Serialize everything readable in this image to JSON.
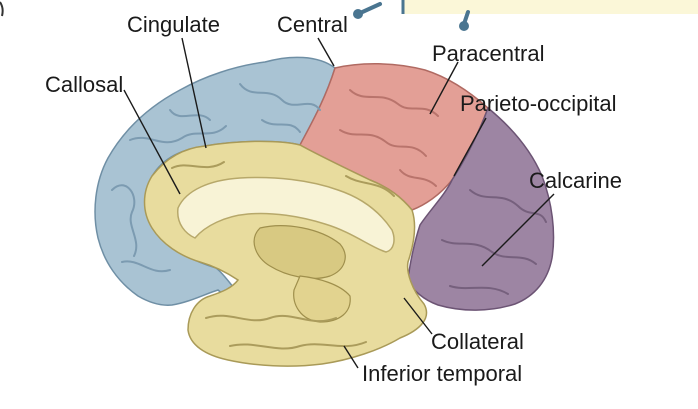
{
  "diagram": {
    "labels": {
      "cingulate": "Cingulate",
      "central": "Central",
      "paracentral": "Paracentral",
      "callosal": "Callosal",
      "parieto_occipital": "Parieto-occipital",
      "calcarine": "Calcarine",
      "collateral": "Collateral",
      "inferior_temporal": "Inferior temporal"
    },
    "colors": {
      "frontal_region": "#a9c3d3",
      "parietal_region": "#e39f96",
      "occipital_region": "#9d85a3",
      "limbic_temporal_region": "#e8dc9e",
      "corpus_callosum": "#f8f3d6",
      "callout_box": "#fbf7d8",
      "callout_connector": "#4a7590"
    }
  }
}
